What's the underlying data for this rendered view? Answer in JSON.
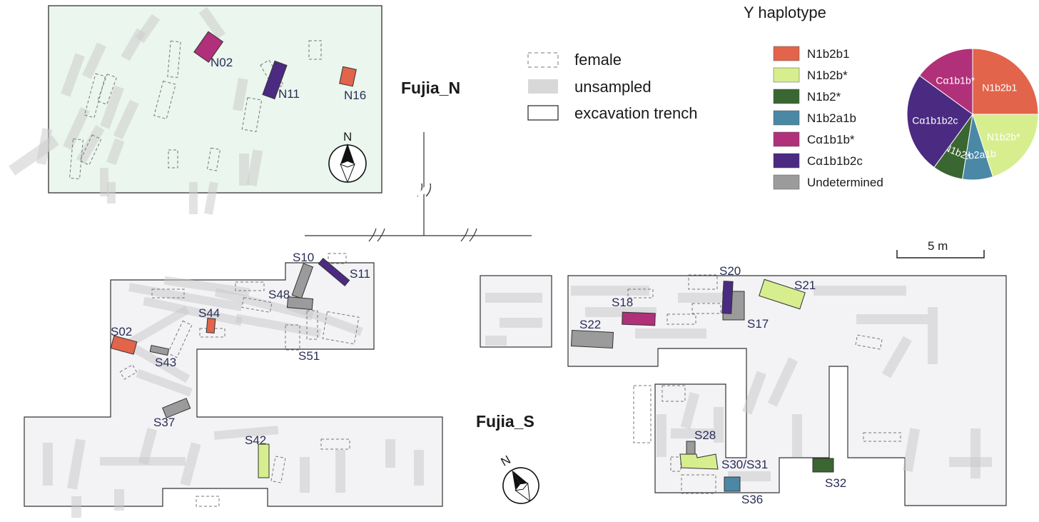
{
  "sites": {
    "north": "Fujia_N",
    "south": "Fujia_S"
  },
  "compass_letter": "N",
  "legend": {
    "female": "female",
    "unsampled": "unsampled",
    "trench": "excavation trench"
  },
  "haplotype_legend": {
    "title": "Y haplotype",
    "items": [
      {
        "label": "N1b2b1",
        "color": "#e2644b"
      },
      {
        "label": "N1b2b*",
        "color": "#d7ee8f"
      },
      {
        "label": "N1b2*",
        "color": "#3a6631"
      },
      {
        "label": "N1b2a1b",
        "color": "#4a88a6"
      },
      {
        "label": "Cα1b1b*",
        "color": "#b0307a"
      },
      {
        "label": "Cα1b1b2c",
        "color": "#4b2a82"
      },
      {
        "label": "Undetermined",
        "color": "#9b9b9b"
      }
    ]
  },
  "pie_labels": [
    "N1b2b1",
    "N1b2b*",
    "N1b2a1b",
    "N1b2*",
    "Cα1b1b2c",
    "Cα1b1b*"
  ],
  "scale_bar": "5 m",
  "burials": {
    "N02": "N02",
    "N11": "N11",
    "N16": "N16",
    "S02": "S02",
    "S10": "S10",
    "S11": "S11",
    "S17": "S17",
    "S18": "S18",
    "S20": "S20",
    "S21": "S21",
    "S22": "S22",
    "S28": "S28",
    "S30_S31": "S30/S31",
    "S32": "S32",
    "S36": "S36",
    "S37": "S37",
    "S42": "S42",
    "S43": "S43",
    "S44": "S44",
    "S48": "S48",
    "S51": "S51"
  }
}
